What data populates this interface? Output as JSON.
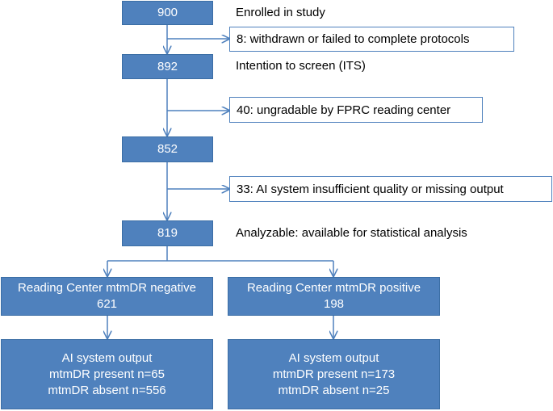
{
  "flow": {
    "n_enrolled": "900",
    "enrolled_label": "Enrolled in study",
    "excl_withdrawn": "8: withdrawn or failed to complete protocols",
    "n_its": "892",
    "its_label": "Intention to screen (ITS)",
    "excl_ungradable": "40: ungradable by FPRC reading center",
    "n_gradable": "852",
    "excl_ai": "33: AI system insufficient quality or missing output",
    "n_analyzable": "819",
    "analyzable_label": "Analyzable: available for statistical analysis",
    "neg_title": "Reading Center mtmDR negative",
    "neg_n": "621",
    "pos_title": "Reading Center mtmDR positive",
    "pos_n": "198",
    "neg_out_title": "AI system output",
    "neg_out_present": "mtmDR present n=65",
    "neg_out_absent": "mtmDR absent n=556",
    "pos_out_title": "AI system output",
    "pos_out_present": "mtmDR present n=173",
    "pos_out_absent": "mtmDR absent n=25"
  },
  "colors": {
    "box_fill": "#4f81bd",
    "line": "#4f81bd"
  }
}
